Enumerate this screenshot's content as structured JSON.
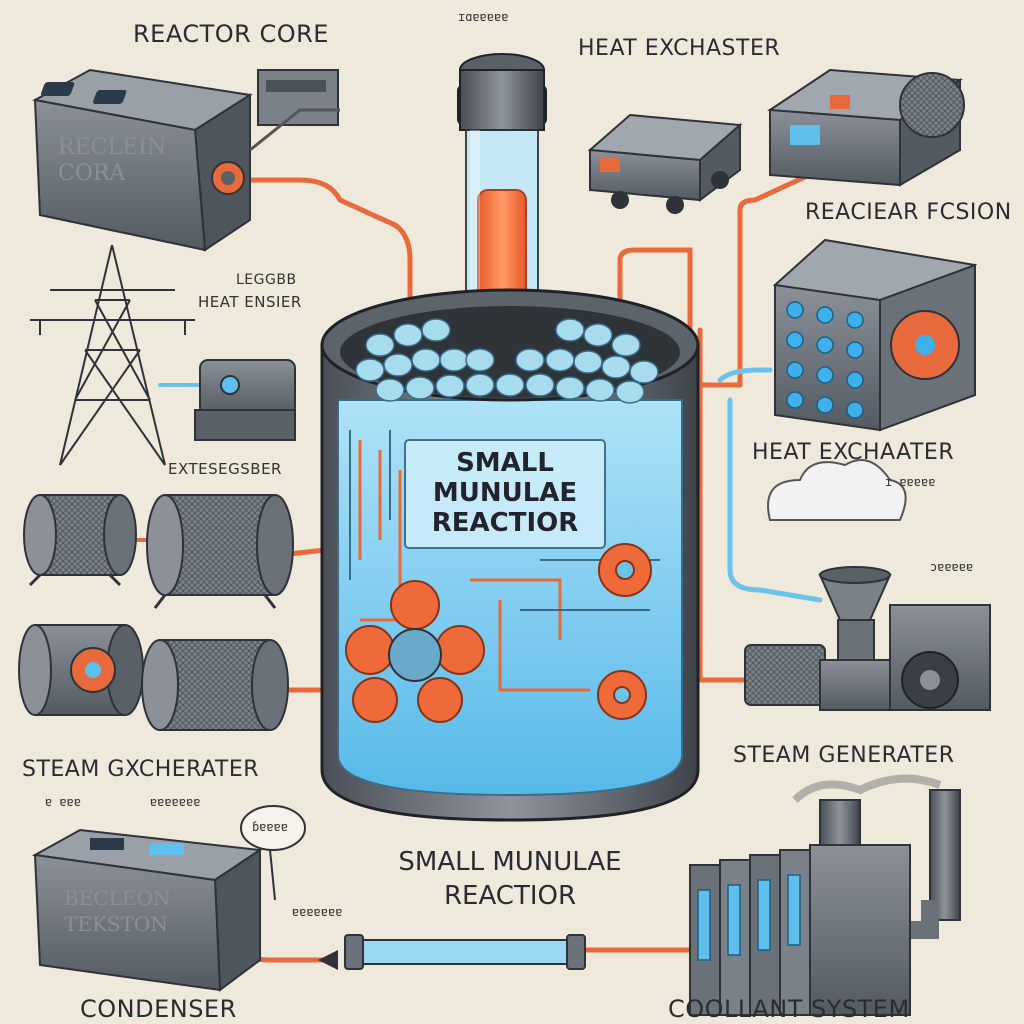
{
  "labels": {
    "top_left": "REACTOR CORE",
    "top_right": "HEAT EXCHASTER",
    "right_upper": "REACIEAR FCSION",
    "left_mid": "HEAT ENSIER",
    "left_mid_small": "LEGGBB",
    "left_lower": "EXTESEGSBER",
    "right_mid": "HEAT EXCHAATER",
    "left_steam": "STEAM GXCHERATER",
    "right_steam": "STEAM GENERATER",
    "bottom_left": "CONDENSER",
    "bottom_right": "COOLLANT SYSTEM",
    "center_title_line1": "SMALL",
    "center_title_line2": "MUNULAE",
    "center_title_line3": "REACTIOR",
    "bottom_title_line1": "SMALL MUNULAE",
    "bottom_title_line2": "REACTIOR"
  },
  "box_text": {
    "core_box": "RECLEIN\nCORA",
    "condenser_box": "BECLEON\nTEKSTON"
  },
  "tags": {
    "tag_top_center": "ɪɑɐɐɐɐɐ",
    "tag_right_mid": "ɪ ɐɐɐɐɐ",
    "tag_right_steam": "ɔɐɐɐɐɐ",
    "tag_bottom_left": "ɐ ɐɐɐ",
    "tag_bottom_left2": "ɐɐɐɐɐɐɐ",
    "tag_bubble": "ɓɐɐɐɐ",
    "tag_bottom_mid": "ɐɐɐɐɐɐɐ"
  },
  "colors": {
    "background": "#efe9dc",
    "machine_gray": "#6f757e",
    "machine_dark": "#3f444b",
    "coolant_blue": "#5fc0ee",
    "hot_orange": "#ef6a3a",
    "pipe_orange": "#e8693c",
    "pipe_blue": "#6cc3ea"
  }
}
